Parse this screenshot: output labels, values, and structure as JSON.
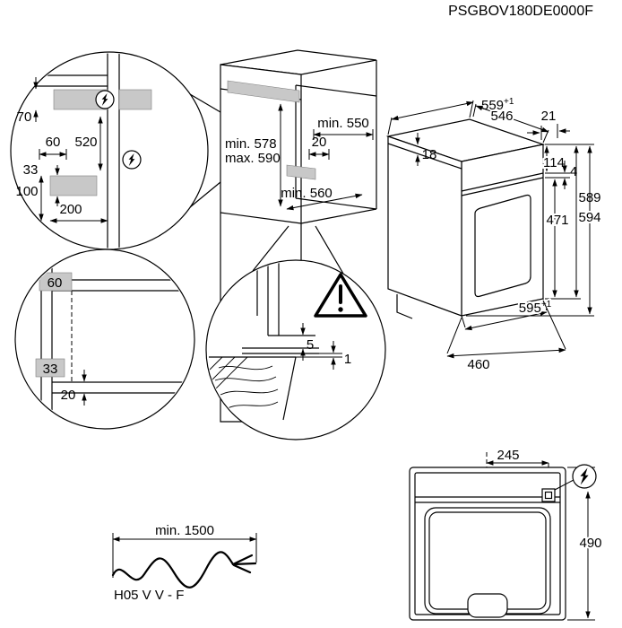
{
  "title": "PSGBOV180DE0000F",
  "colors": {
    "line": "#000000",
    "highlight": "#c8c8c8",
    "background": "#ffffff"
  },
  "icons": {
    "electrical": "lightning-bolt-in-circle",
    "warning": "exclamation-triangle"
  },
  "cabinet": {
    "depth_label": "min. 550",
    "recess_label": "20",
    "height_min_label": "min. 578",
    "height_max_label": "max. 590",
    "width_label": "min. 560"
  },
  "detail_top": {
    "d70": "70",
    "d60": "60",
    "d520": "520",
    "d33": "33",
    "d100": "100",
    "d200": "200"
  },
  "detail_bottom": {
    "d60": "60",
    "d33": "33",
    "d20": "20"
  },
  "trim": {
    "d5": "5",
    "d1": "1"
  },
  "oven": {
    "width": "559",
    "width_tol": "+1",
    "depth_top": "546",
    "door_gap": "21",
    "top_inset": "18",
    "panel_height": "114",
    "gap": "4",
    "door_height": "471",
    "height_a": "589",
    "height_b": "594",
    "diag": "595",
    "diag_tol": "+1",
    "depth_body": "460"
  },
  "top_view": {
    "conn_offset": "245",
    "depth": "490"
  },
  "cable": {
    "length": "min. 1500",
    "type": "H05 V V - F"
  }
}
